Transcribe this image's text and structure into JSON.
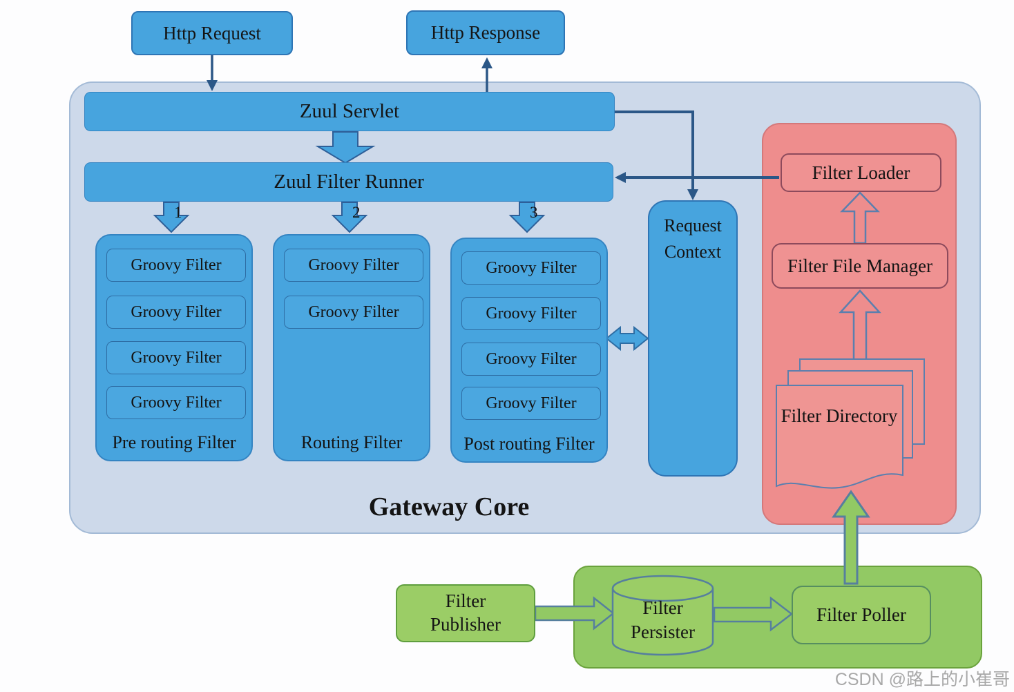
{
  "external": {
    "http_request": "Http Request",
    "http_response": "Http Response"
  },
  "gateway": {
    "title": "Gateway Core",
    "zuul_servlet": "Zuul Servlet",
    "zuul_filter_runner": "Zuul Filter Runner",
    "arrow_numbers": [
      "1",
      "2",
      "3"
    ],
    "columns": [
      {
        "label": "Pre routing Filter",
        "filters": [
          "Groovy Filter",
          "Groovy Filter",
          "Groovy Filter",
          "Groovy Filter"
        ]
      },
      {
        "label": "Routing Filter",
        "filters": [
          "Groovy Filter",
          "Groovy Filter"
        ]
      },
      {
        "label": "Post routing Filter",
        "filters": [
          "Groovy Filter",
          "Groovy Filter",
          "Groovy Filter",
          "Groovy Filter"
        ]
      }
    ],
    "request_context": "Request Context"
  },
  "filter_registry": {
    "filter_loader": "Filter Loader",
    "filter_file_manager": "Filter File Manager",
    "filter_directory": "Filter Directory"
  },
  "publish_pipeline": {
    "filter_publisher": "Filter Publisher",
    "filter_persister": "Filter Persister",
    "filter_poller": "Filter Poller"
  },
  "watermark": "CSDN @路上的小崔哥",
  "colors": {
    "box_blue": "#47a4de",
    "gateway_bg": "#cdd9ea",
    "panel_pink": "#ee8d8d",
    "panel_green": "#92c964",
    "connector_navy": "#2b5787",
    "outline_bluegray": "#567f9e"
  }
}
